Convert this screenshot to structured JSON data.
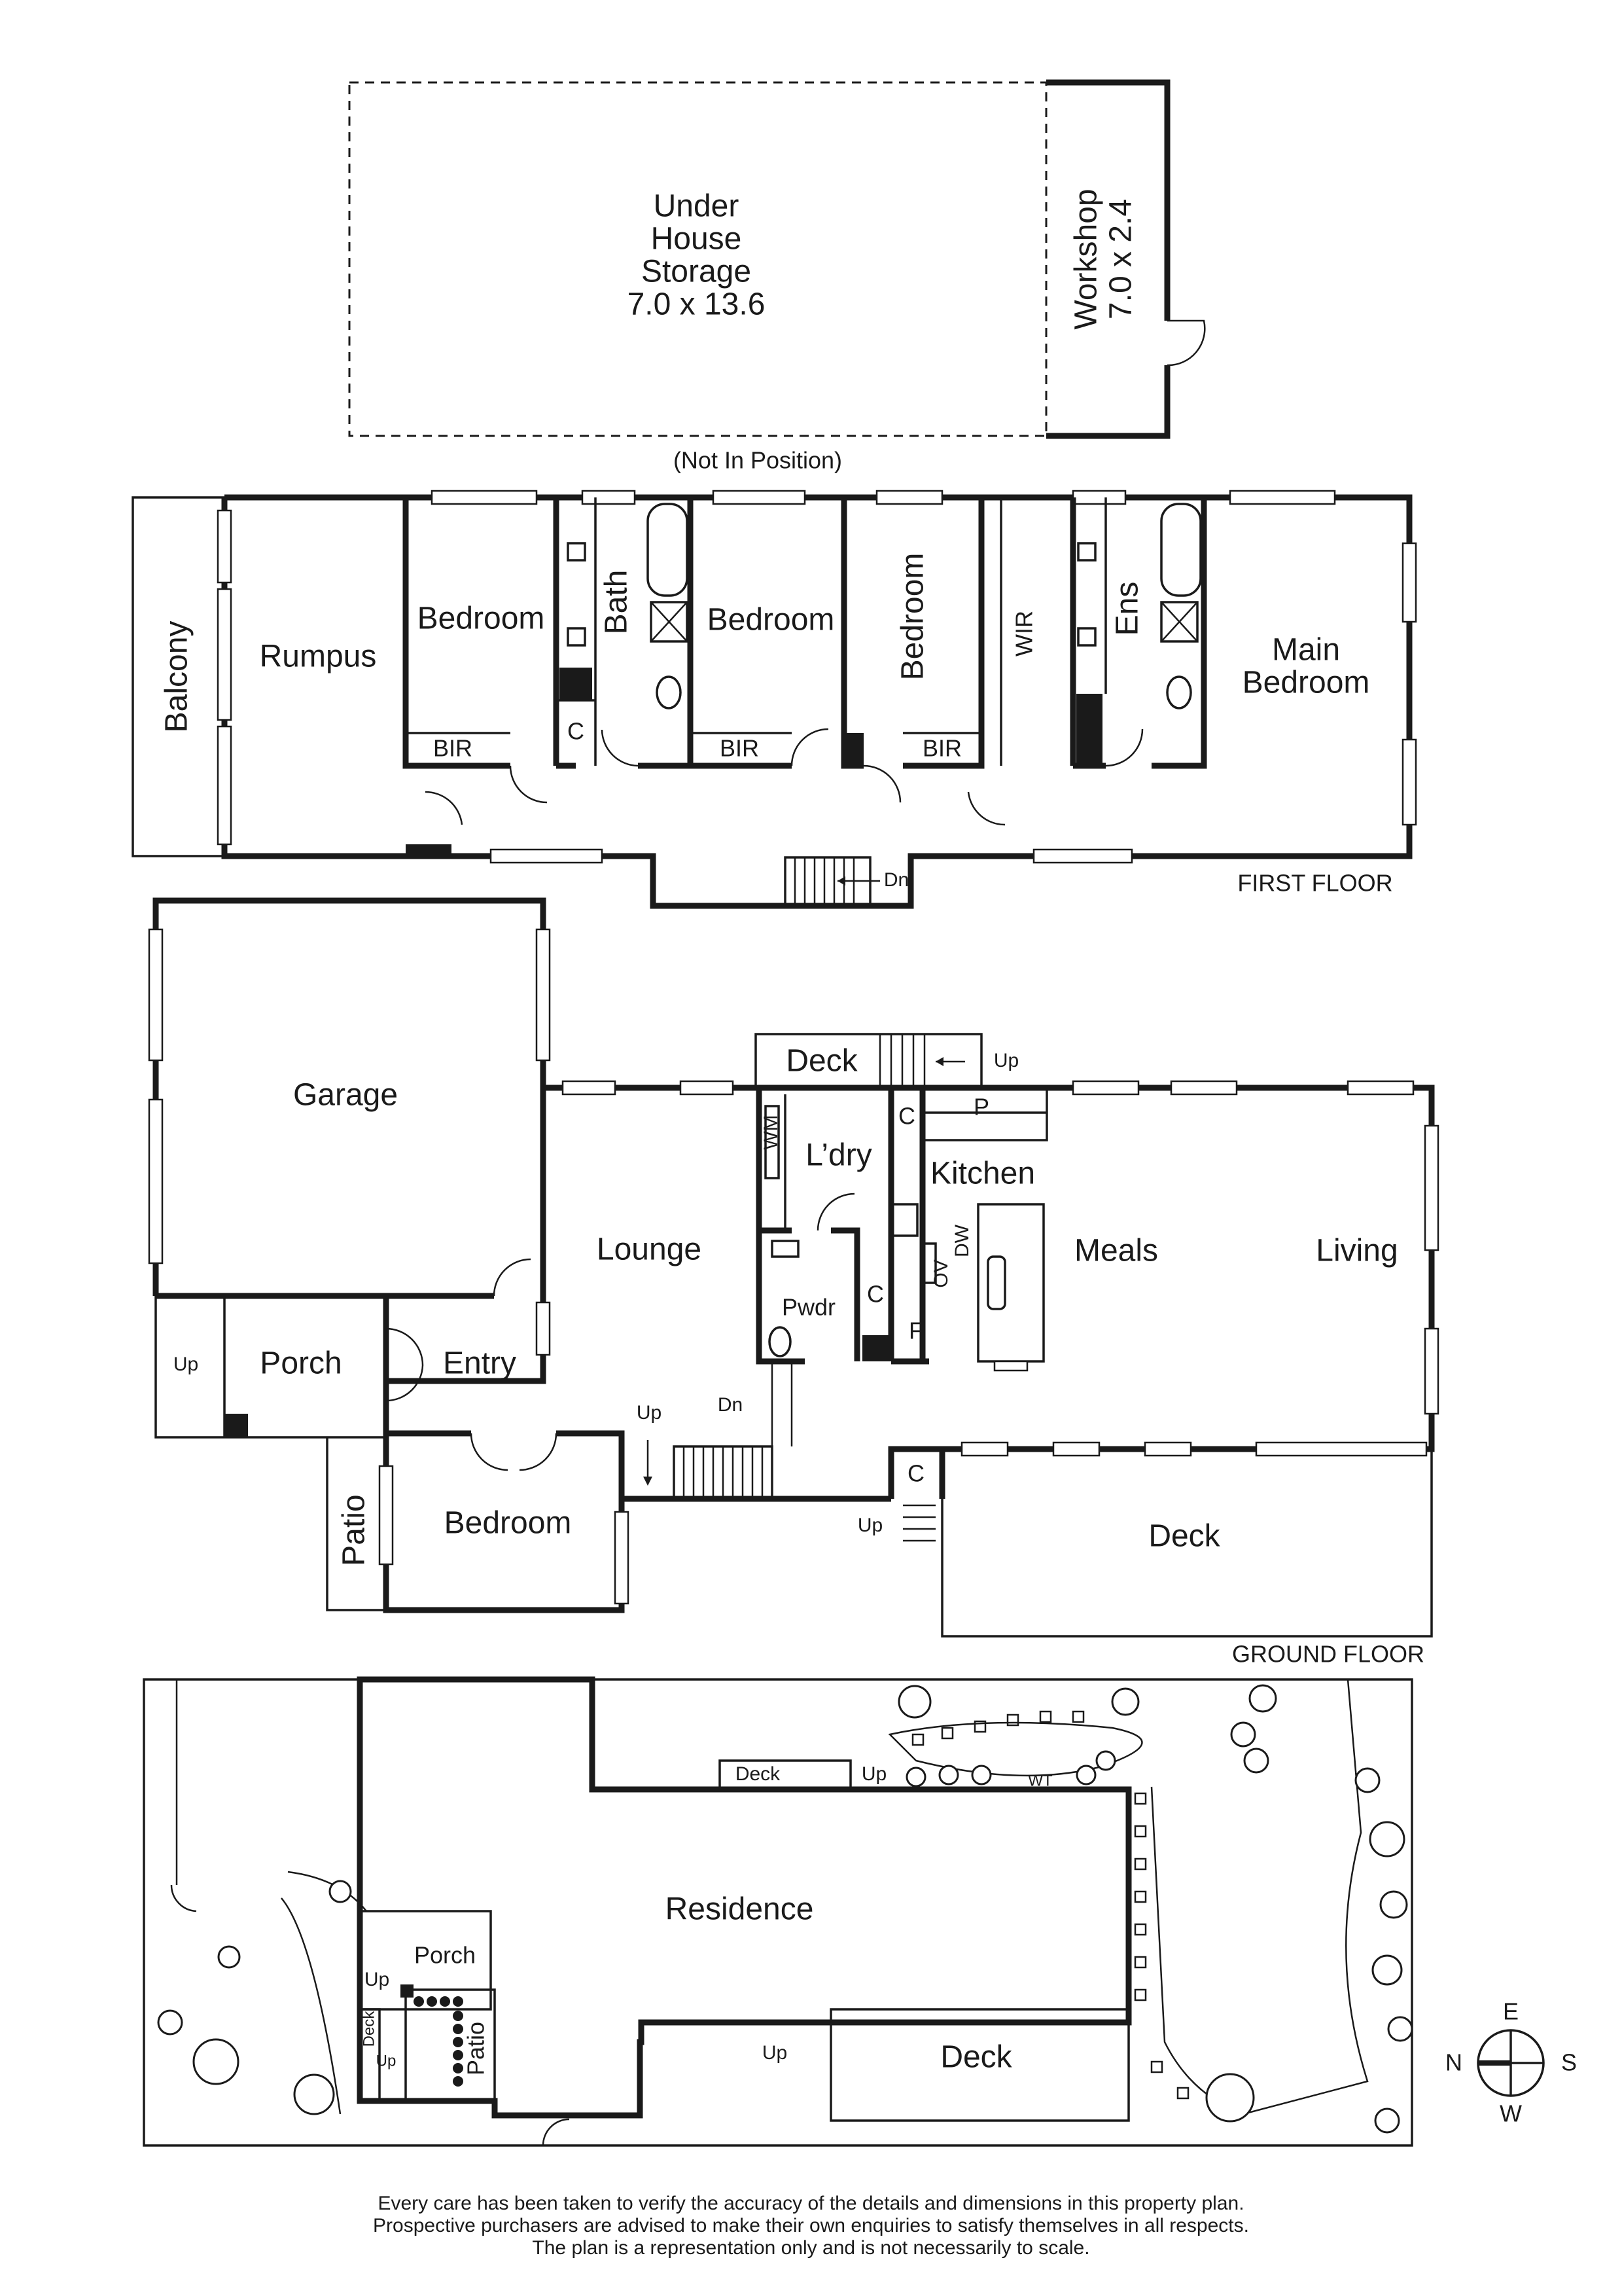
{
  "under_house": {
    "storage_line1": "Under",
    "storage_line2": "House",
    "storage_line3": "Storage",
    "storage_dims": "7.0 x 13.6",
    "workshop_label": "Workshop",
    "workshop_dims": "7.0 x 2.4",
    "note": "(Not In Position)"
  },
  "first_floor": {
    "title": "FIRST FLOOR",
    "balcony": "Balcony",
    "rumpus": "Rumpus",
    "bedroom_1": "Bedroom",
    "bir_1": "BIR",
    "cupboard": "C",
    "bath": "Bath",
    "bedroom_2": "Bedroom",
    "bir_2": "BIR",
    "bedroom_3": "Bedroom",
    "bir_3": "BIR",
    "wir": "WIR",
    "ens": "Ens",
    "main_bedroom_line1": "Main",
    "main_bedroom_line2": "Bedroom",
    "stair_dn": "Dn"
  },
  "ground_floor": {
    "title": "GROUND FLOOR",
    "garage": "Garage",
    "porch": "Porch",
    "porch_up": "Up",
    "entry": "Entry",
    "patio": "Patio",
    "bedroom": "Bedroom",
    "lounge": "Lounge",
    "deck_top": "Deck",
    "deck_top_up": "Up",
    "laundry": "L’dry",
    "wm": "WM",
    "powder": "Pwdr",
    "c1": "C",
    "c2": "C",
    "c3": "C",
    "pantry": "P",
    "fridge": "F",
    "kitchen": "Kitchen",
    "dw": "DW",
    "ov": "OV",
    "meals": "Meals",
    "living": "Living",
    "deck_bottom": "Deck",
    "deck_bottom_up": "Up",
    "stair_up": "Up",
    "stair_dn": "Dn"
  },
  "site_plan": {
    "residence": "Residence",
    "deck_top": "Deck",
    "deck_top_up": "Up",
    "wt": "WT",
    "porch": "Porch",
    "porch_up": "Up",
    "patio": "Patio",
    "deck_small": "Deck",
    "deck_small_up": "Up",
    "deck_bottom": "Deck",
    "deck_bottom_up": "Up"
  },
  "compass": {
    "north": "N",
    "east": "E",
    "south": "S",
    "west": "W"
  },
  "disclaimer": {
    "line1": "Every care has been taken to verify the accuracy of the details and dimensions in this property plan.",
    "line2": "Prospective purchasers are advised to make their own enquiries to satisfy themselves in all respects.",
    "line3": "The plan is a representation only and is not necessarily to scale."
  }
}
